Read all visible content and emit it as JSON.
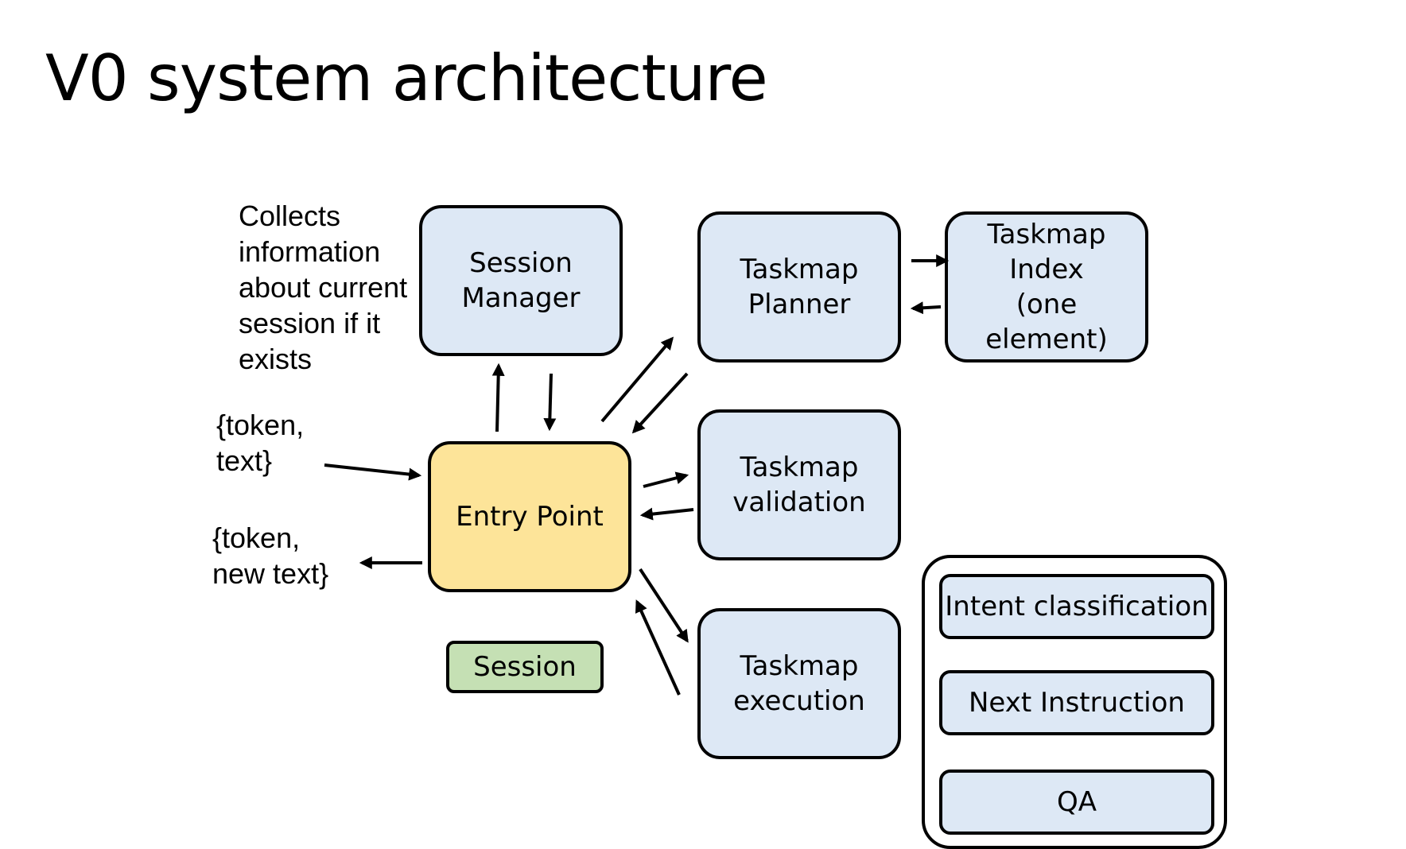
{
  "slide": {
    "title": "V0 system architecture"
  },
  "notes": {
    "collects": "Collects information about current session if it exists",
    "collects_lines": [
      "Collects",
      "information",
      "about current",
      "session if it",
      "exists"
    ],
    "input_lines": [
      "{token,",
      "text}"
    ],
    "output_lines": [
      "{token,",
      "new text}"
    ]
  },
  "boxes": {
    "session_manager": "Session Manager",
    "taskmap_planner": "Taskmap Planner",
    "taskmap_index": "Taskmap Index (one element)",
    "entry_point": "Entry Point",
    "taskmap_validation": "Taskmap validation",
    "taskmap_execution": "Taskmap execution",
    "session": "Session"
  },
  "execution_components": {
    "intent_classification": "Intent classification",
    "next_instruction": "Next Instruction",
    "qa": "QA"
  },
  "colors": {
    "box_fill": "#dde8f5",
    "entry_fill": "#fde499",
    "session_fill": "#c5e0b4",
    "outline": "#000000"
  }
}
